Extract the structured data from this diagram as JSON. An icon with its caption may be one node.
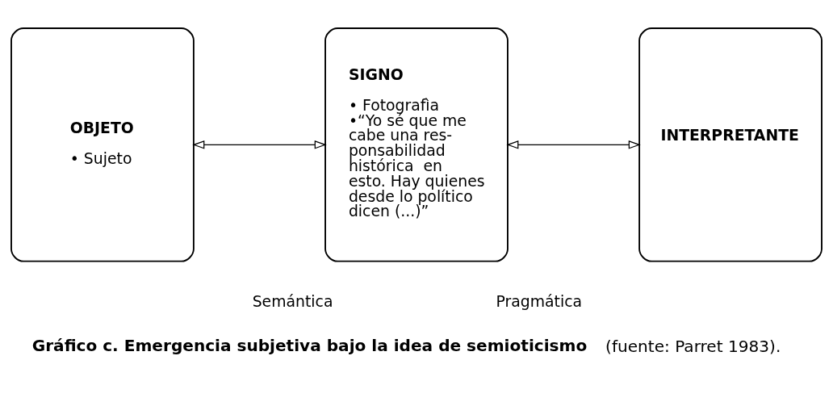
{
  "diagram": {
    "caption": "**Gráfico c. Emergencia subjetiva bajo la idea de semioticismo** (fuente: Parret 1983).",
    "nodes": [
      {
        "text": [
          "OBJETO",
          "• Sujeto"
        ]
      },
      {
        "text": [
          "SIGNO",
          "• Fotografìa",
          "•“Yo sé que me cabe una res- ponsabilidad histórica  en esto. Hay quienes desde lo político dicen (...)”"
        ]
      },
      {
        "text": [
          "INTERPRETANTE"
        ]
      }
    ],
    "edges": [
      {
        "from": 0,
        "to": 1,
        "arrow": "both"
      },
      {
        "from": 1,
        "to": 2,
        "arrow": "both"
      }
    ],
    "labels": [
      "Semántica",
      "Pragmática"
    ]
  }
}
